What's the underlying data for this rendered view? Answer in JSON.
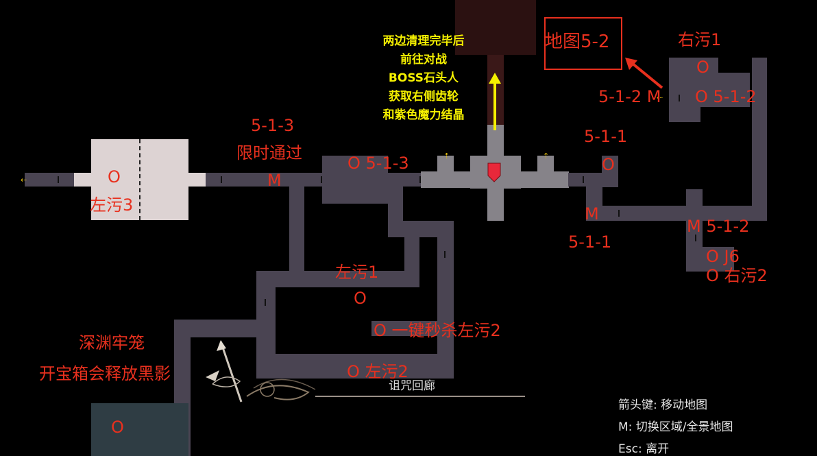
{
  "area_name": "诅咒回廊",
  "instructions": [
    "两边清理完毕后",
    "前往对战",
    "BOSS石头人",
    "获取右侧齿轮",
    "和紫色魔力结晶"
  ],
  "annotations": {
    "map_5_2": "地图5-2",
    "right_pollution_1": "右污1",
    "circle_right1": "O",
    "m_512_left": "5-1-2 M",
    "o_512_right": "O 5-1-2",
    "label_511_top": "5-1-1",
    "circle_511": "O",
    "m_511": "M",
    "label_511_bottom": "5-1-1",
    "m_512_lower": "M 5-1-2",
    "o_j6": "O J6",
    "o_right2": "O 右污2",
    "label_513": "5-1-3",
    "timed_pass": "限时通过",
    "m_513": "M",
    "o_513": "O 5-1-3",
    "circle_left3": "O",
    "left_pollution_3": "左污3",
    "left_pollution_1": "左污1",
    "circle_left1": "O",
    "one_key_kill": "O 一键秒杀左污2",
    "o_left2": "O 左污2",
    "abyss_cage": "深渊牢笼",
    "chest_warning": "开宝箱会释放黑影",
    "circle_cage": "O"
  },
  "help": {
    "arrows": "箭头键: 移动地图",
    "m_key": "M: 切换区域/全景地图",
    "esc": "Esc: 离开"
  },
  "colors": {
    "annotation": "#e8301e",
    "instruction": "#f5f000",
    "corridor": "#4a4452",
    "boss_hall": "#868389",
    "marker": "#e8283a"
  },
  "icons": {
    "boss_marker": "player-shield-marker",
    "exit": "arrow-left-icon",
    "up": "arrow-up-icon"
  }
}
